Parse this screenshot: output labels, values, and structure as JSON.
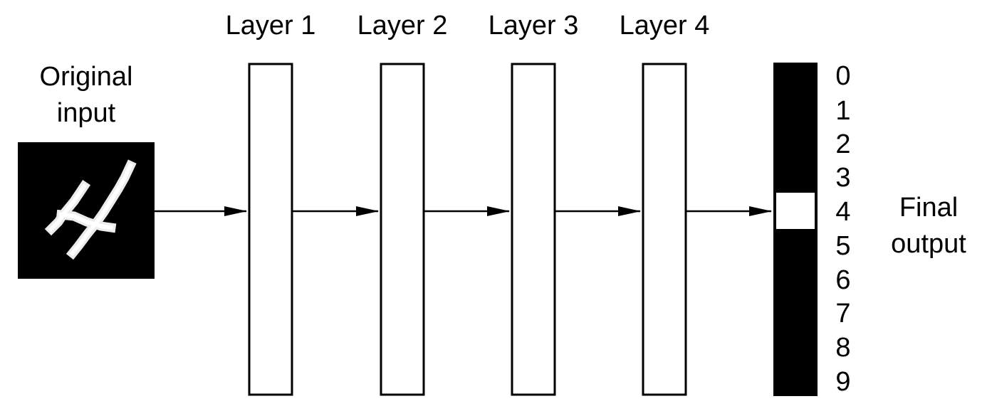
{
  "input": {
    "label_line1": "Original",
    "label_line2": "input",
    "digit_shown": 4
  },
  "layers": [
    {
      "label": "Layer 1"
    },
    {
      "label": "Layer 2"
    },
    {
      "label": "Layer 3"
    },
    {
      "label": "Layer 4"
    }
  ],
  "output": {
    "classes": [
      "0",
      "1",
      "2",
      "3",
      "4",
      "5",
      "6",
      "7",
      "8",
      "9"
    ],
    "activated_class": "4",
    "label_line1": "Final",
    "label_line2": "output"
  },
  "colors": {
    "ink": "#000000",
    "paper": "#ffffff"
  }
}
